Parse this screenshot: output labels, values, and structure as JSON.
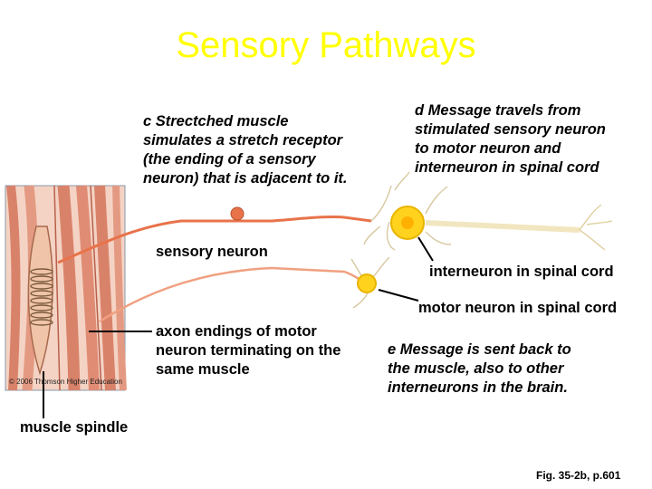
{
  "title": "Sensory Pathways",
  "captions": {
    "c": [
      "c  Strectched muscle",
      "simulates a stretch receptor",
      "(the ending of a sensory",
      "neuron) that is adjacent to it."
    ],
    "d": [
      "d  Message travels from",
      "stimulated sensory neuron",
      "to motor neuron and",
      "interneuron in spinal cord"
    ],
    "e": [
      "e  Message is sent back to",
      "the muscle, also to other",
      "interneurons in the brain."
    ]
  },
  "labels": {
    "sensory_neuron": "sensory neuron",
    "interneuron": "interneuron in spinal cord",
    "motor_neuron": "motor neuron in spinal cord",
    "axon_endings": [
      "axon endings of motor",
      "neuron terminating on the",
      "same muscle"
    ],
    "muscle_spindle": "muscle spindle"
  },
  "credit": "© 2006 Thomson Higher Education",
  "figure_ref": "Fig. 35-2b, p.601",
  "colors": {
    "title": "#ffff00",
    "muscle": "#d9826a",
    "nerve": "#e8734a",
    "neuron_body": "#ffd21e",
    "interneuron_fiber": "#f1e6bf"
  }
}
